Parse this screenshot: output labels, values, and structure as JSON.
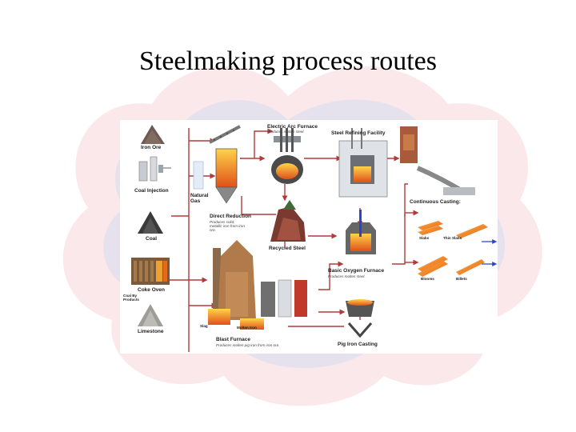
{
  "slide": {
    "title": "Steelmaking process routes"
  },
  "diagram": {
    "iron_ore": "Iron Ore",
    "coal_injection": "Coal Injection",
    "natural_gas": "Natural Gas",
    "coal": "Coal",
    "coke_oven": "Coke Oven",
    "coal_by_products": "Coal By Products",
    "limestone": "Limestone",
    "direct_reduction": "Direct Reduction",
    "direct_reduction_desc": "Produces solid, metallic iron from iron ore.",
    "eaf": "Electric Arc Furnace",
    "eaf_desc": "Produces molten steel.",
    "refining": "Steel Refining Facility",
    "recycled_steel": "Recycled Steel",
    "bof": "Basic Oxygen Furnace",
    "bof_desc": "Produces molten steel.",
    "continuous_casting": "Continuous Casting:",
    "slabs": "Slabs",
    "thin_slabs": "Thin Slabs",
    "blooms": "Blooms",
    "billets": "Billets",
    "slag": "Slag",
    "molten_iron": "Molten Iron",
    "blast_furnace": "Blast Furnace",
    "blast_furnace_desc": "Produces molten pig iron from iron ore.",
    "pig_iron_casting": "Pig Iron Casting"
  },
  "colors": {
    "arrow": "#b23a3a",
    "molten": "#f08a1e",
    "steel": "#8a8f96",
    "deco_pink": "#f3c9cf",
    "deco_blue": "#c9d3ea"
  },
  "icons": [
    "iron-ore-pile-icon",
    "coal-pile-icon",
    "limestone-pile-icon",
    "coke-oven-icon",
    "blast-furnace-icon",
    "electric-arc-furnace-icon",
    "refining-vessel-icon",
    "basic-oxygen-furnace-icon",
    "caster-icon",
    "scrap-pile-icon",
    "ladle-icon"
  ]
}
